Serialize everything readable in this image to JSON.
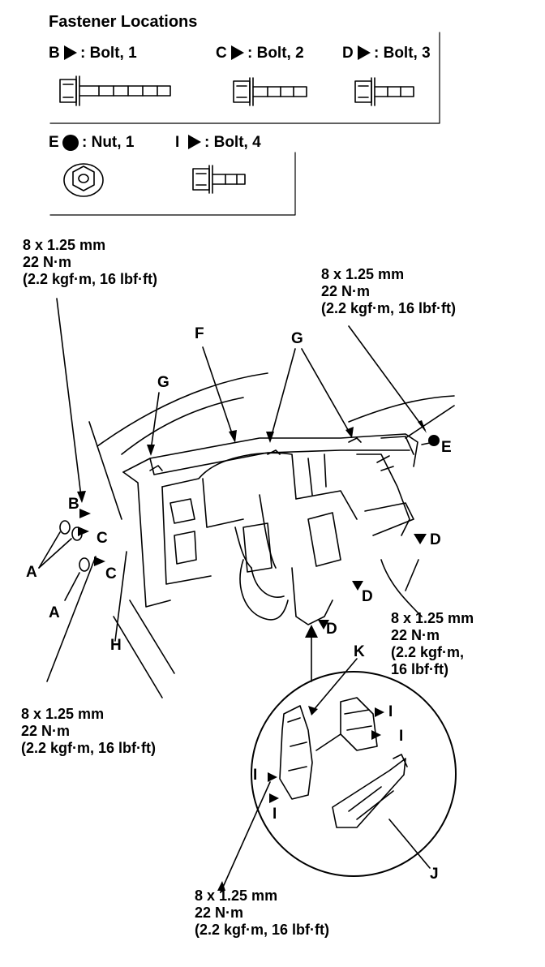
{
  "title": "Fastener Locations",
  "fasteners": {
    "B": {
      "letter": "B",
      "text": ": Bolt, 1"
    },
    "C": {
      "letter": "C",
      "text": ": Bolt, 2"
    },
    "D": {
      "letter": "D",
      "text": ": Bolt, 3"
    },
    "E": {
      "letter": "E",
      "text": ": Nut, 1"
    },
    "I": {
      "letter": "I",
      "text": ": Bolt, 4"
    }
  },
  "specs": {
    "s1": {
      "line1": "8 x 1.25 mm",
      "line2": "22 N·m",
      "line3": "(2.2 kgf·m, 16 lbf·ft)"
    },
    "s2": {
      "line1": "8 x 1.25 mm",
      "line2": "22 N·m",
      "line3": "(2.2 kgf·m, 16 lbf·ft)"
    },
    "s3": {
      "line1": "8 x 1.25 mm",
      "line2": "22 N·m",
      "line3": "(2.2 kgf·m,",
      "line4": "16 lbf·ft)"
    },
    "s4": {
      "line1": "8 x 1.25 mm",
      "line2": "22 N·m",
      "line3": "(2.2 kgf·m, 16 lbf·ft)"
    },
    "s5": {
      "line1": "8 x 1.25 mm",
      "line2": "22 N·m",
      "line3": "(2.2 kgf·m, 16 lbf·ft)"
    }
  },
  "callouts": {
    "F": "F",
    "G1": "G",
    "G2": "G",
    "E": "E",
    "B": "B",
    "C1": "C",
    "C2": "C",
    "A1": "A",
    "A2": "A",
    "H": "H",
    "D1": "D",
    "D2": "D",
    "D3": "D",
    "K": "K",
    "J": "J",
    "I1": "I",
    "I2": "I",
    "I3": "I",
    "I4": "I"
  }
}
